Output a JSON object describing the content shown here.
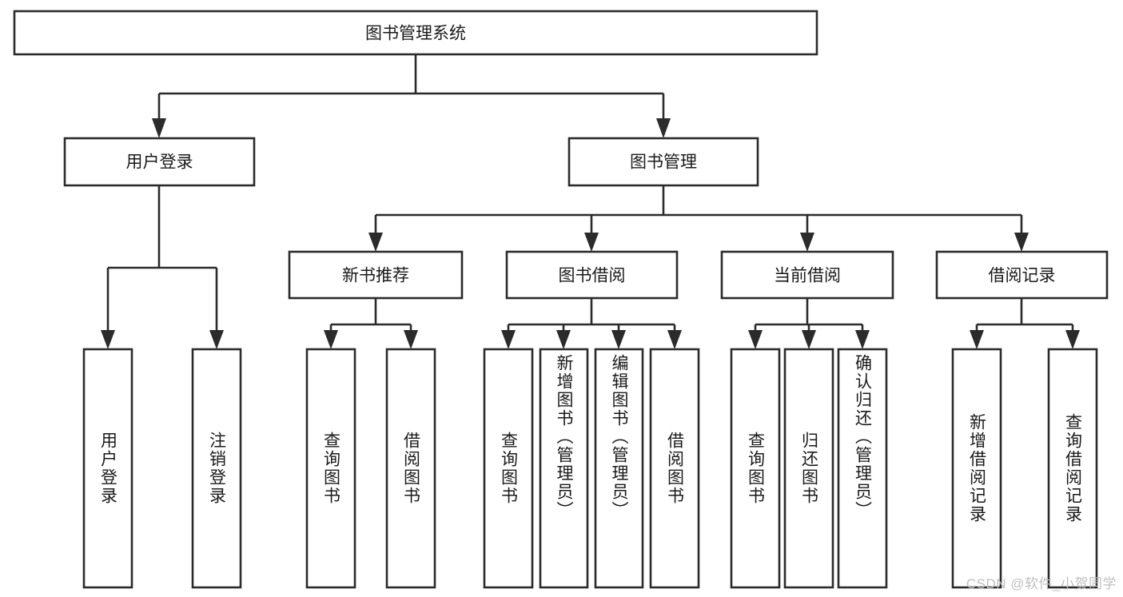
{
  "diagram": {
    "title": "图书管理系统",
    "type": "tree-hierarchy",
    "orientation": "top-down",
    "colors": {
      "stroke": "#2b2b2b",
      "fill": "#ffffff",
      "text": "#1a1a1a",
      "background": "#ffffff",
      "watermark": "#bfbfbf"
    },
    "root": {
      "label": "图书管理系统"
    },
    "level1": [
      {
        "label": "用户登录"
      },
      {
        "label": "图书管理"
      }
    ],
    "level2": [
      {
        "label": "新书推荐"
      },
      {
        "label": "图书借阅"
      },
      {
        "label": "当前借阅"
      },
      {
        "label": "借阅记录"
      }
    ],
    "leaves": {
      "user_login": [
        {
          "label": "用户登录"
        },
        {
          "label": "注销登录"
        }
      ],
      "new_book_recommend": [
        {
          "label": "查询图书"
        },
        {
          "label": "借阅图书"
        }
      ],
      "book_borrow": [
        {
          "label": "查询图书"
        },
        {
          "label": "新增图书（管理员）"
        },
        {
          "label": "编辑图书（管理员）"
        },
        {
          "label": "借阅图书"
        }
      ],
      "current_borrow": [
        {
          "label": "查询图书"
        },
        {
          "label": "归还图书"
        },
        {
          "label": "确认归还（管理员）"
        }
      ],
      "borrow_record": [
        {
          "label": "新增借阅记录"
        },
        {
          "label": "查询借阅记录"
        }
      ]
    }
  },
  "watermark": {
    "text": "CSDN @软件_小贺同学"
  }
}
